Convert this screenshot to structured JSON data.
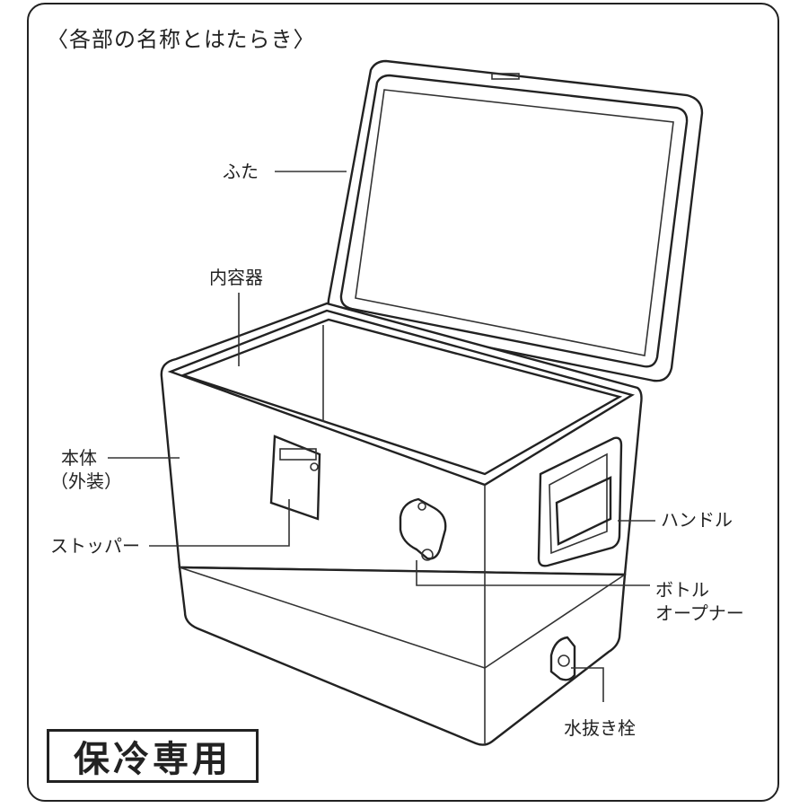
{
  "title": "〈各部の名称とはたらき〉",
  "labels": {
    "lid": "ふた",
    "inner": "内容器",
    "body_line1": "本体",
    "body_line2": "（外装）",
    "stopper": "ストッパー",
    "handle": "ハンドル",
    "opener_line1": "ボトル",
    "opener_line2": "オープナー",
    "drain": "水抜き栓"
  },
  "badge": "保冷専用"
}
